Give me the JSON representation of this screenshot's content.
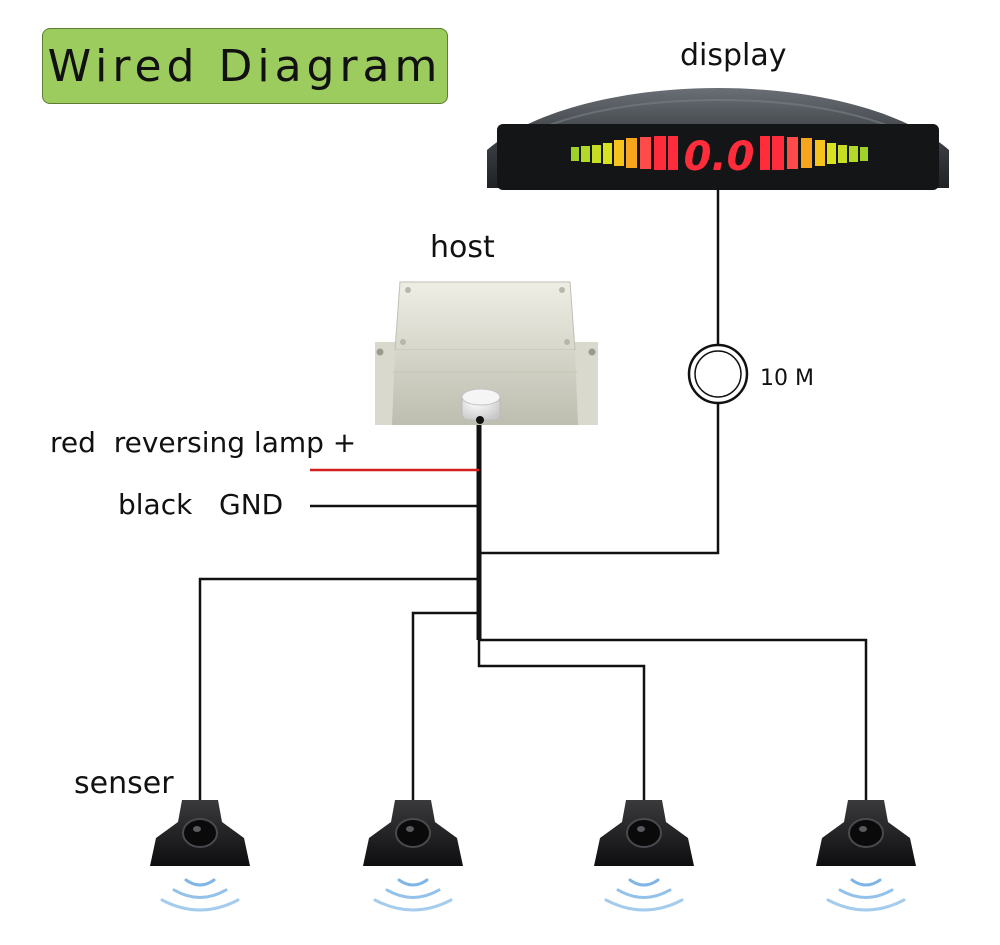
{
  "title": "Wired Diagram",
  "labels": {
    "display": "display",
    "host": "host",
    "cable_length": "10 M",
    "red_wire": "red  reversing lamp +",
    "black_wire": "black   GND",
    "sensor": "senser"
  },
  "display_readout": "0.0",
  "colors": {
    "title_bg": "#9ccb5e",
    "red_wire": "#d21f1f",
    "wire": "#111111",
    "display_body": "#3d4146",
    "led_red": "#ff2d3c",
    "led_orange": "#f6a51c",
    "led_yellow": "#d9e21f",
    "led_green": "#9fd12a",
    "host_box": "#dcdcd0",
    "sensor_body": "#1b1b1d",
    "wave": "#7fb6e6"
  },
  "icons": [
    "display-unit-icon",
    "host-box-icon",
    "cable-coil-icon",
    "sensor-icon",
    "ultrasonic-wave-icon"
  ]
}
